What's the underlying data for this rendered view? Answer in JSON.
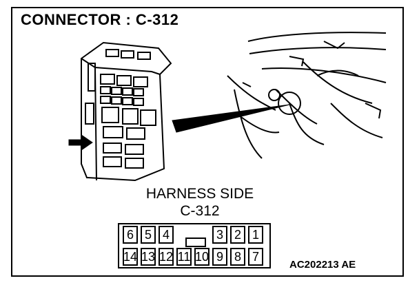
{
  "header": {
    "title": "CONNECTOR : C-312"
  },
  "harness": {
    "title": "HARNESS SIDE",
    "connector_id": "C-312"
  },
  "pins": {
    "top": [
      "6",
      "5",
      "4",
      "",
      "",
      "3",
      "2",
      "1"
    ],
    "bottom": [
      "14",
      "13",
      "12",
      "11",
      "10",
      "9",
      "8",
      "7"
    ]
  },
  "figure_code": "AC202213 AE",
  "colors": {
    "ink": "#000000",
    "paper": "#ffffff"
  }
}
